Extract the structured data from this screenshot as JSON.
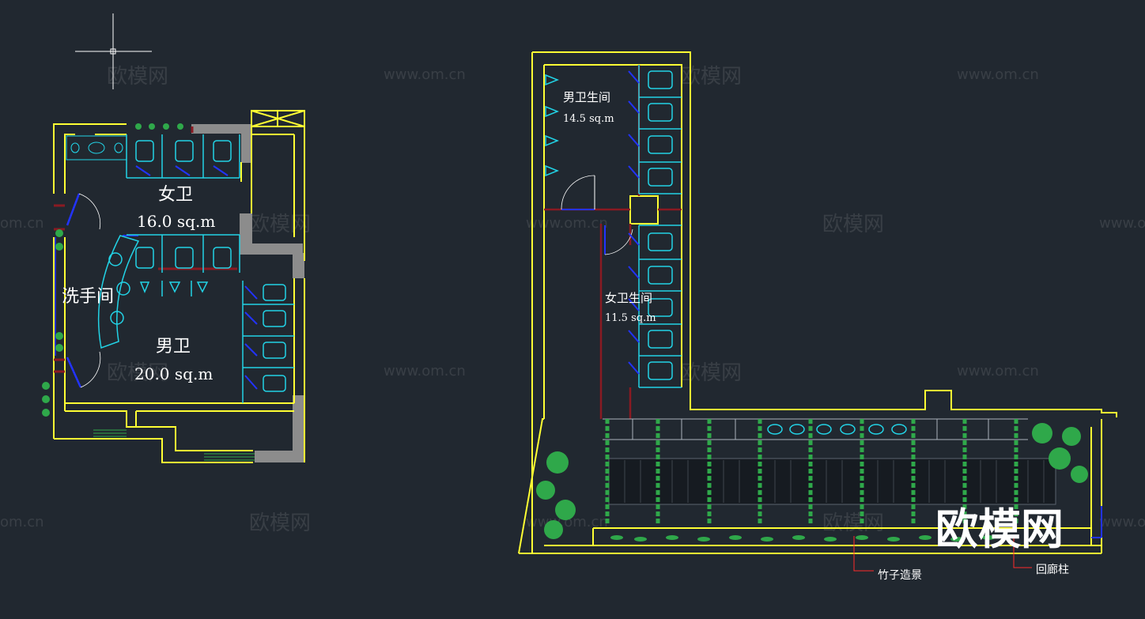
{
  "plan_left": {
    "rooms": [
      {
        "name": "女卫",
        "area": "16.0 sq.m"
      },
      {
        "name": "洗手间",
        "area": ""
      },
      {
        "name": "男卫",
        "area": "20.0 sq.m"
      }
    ]
  },
  "plan_right": {
    "rooms": [
      {
        "name": "男卫生间",
        "area": "14.5 sq.m"
      },
      {
        "name": "女卫生间",
        "area": "11.5 sq.m"
      }
    ],
    "annotations": [
      "竹子造景",
      "回廊柱"
    ]
  },
  "watermark": {
    "brand": "欧模网",
    "site": "www.om.cn",
    "site_short": "om.cn"
  },
  "colors": {
    "background": "#212830",
    "wall": "#ffff33",
    "fixture": "#22d3e6",
    "door": "#2233ff",
    "column": "#8c8c8c",
    "partition": "#8a1a22",
    "plant": "#2fa84a",
    "leader": "#ff2a2a"
  }
}
